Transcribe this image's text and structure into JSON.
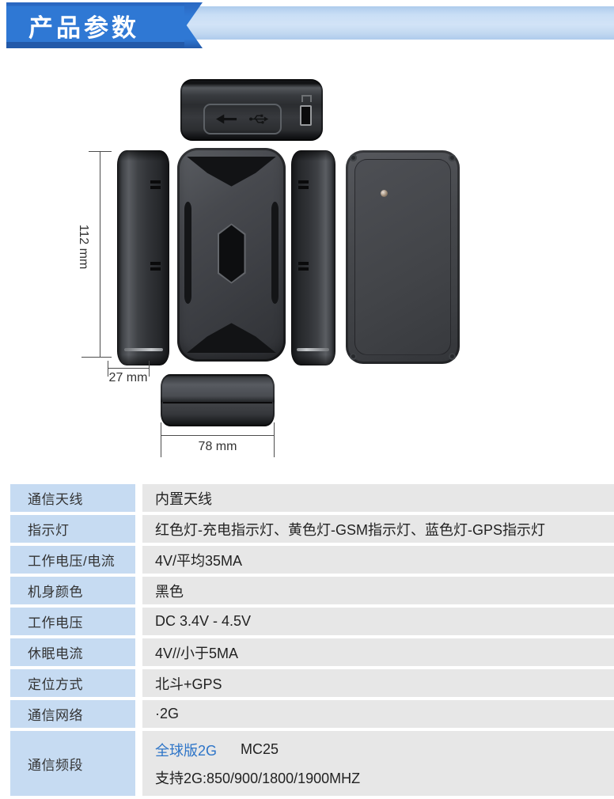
{
  "header": {
    "title": "产品参数"
  },
  "diagram": {
    "height_label": "112 mm",
    "thickness_label": "27 mm",
    "width_label": "78 mm",
    "views": [
      "top-view",
      "side-view-left",
      "front-view",
      "side-view-right",
      "back-view",
      "bottom-view"
    ],
    "icons": [
      "arrow-left-icon",
      "usb-icon",
      "power-switch",
      "led-indicator"
    ]
  },
  "specs": {
    "rows": [
      {
        "label": "通信天线",
        "value": "内置天线"
      },
      {
        "label": "指示灯",
        "value": "红色灯-充电指示灯、黄色灯-GSM指示灯、蓝色灯-GPS指示灯"
      },
      {
        "label": "工作电压/电流",
        "value": "4V/平均35MA"
      },
      {
        "label": "机身颜色",
        "value": "黑色"
      },
      {
        "label": "工作电压",
        "value": "DC 3.4V - 4.5V"
      },
      {
        "label": "休眠电流",
        "value": "4V//小于5MA"
      },
      {
        "label": "定位方式",
        "value": "北斗+GPS"
      },
      {
        "label": "通信网络",
        "value": "·2G"
      },
      {
        "label": "通信频段",
        "value_primary": "全球版2G",
        "value_secondary": "MC25",
        "value_line2": "支持2G:850/900/1800/1900MHZ"
      }
    ]
  },
  "colors": {
    "banner_blue": "#2f78d4",
    "ribbon_blue": "#c9def5",
    "label_cell_bg": "#c6dbf2",
    "value_cell_bg": "#e7e7e7",
    "highlight_blue": "#2e75c8",
    "title_text": "#ffffff",
    "body_text": "#333333"
  }
}
